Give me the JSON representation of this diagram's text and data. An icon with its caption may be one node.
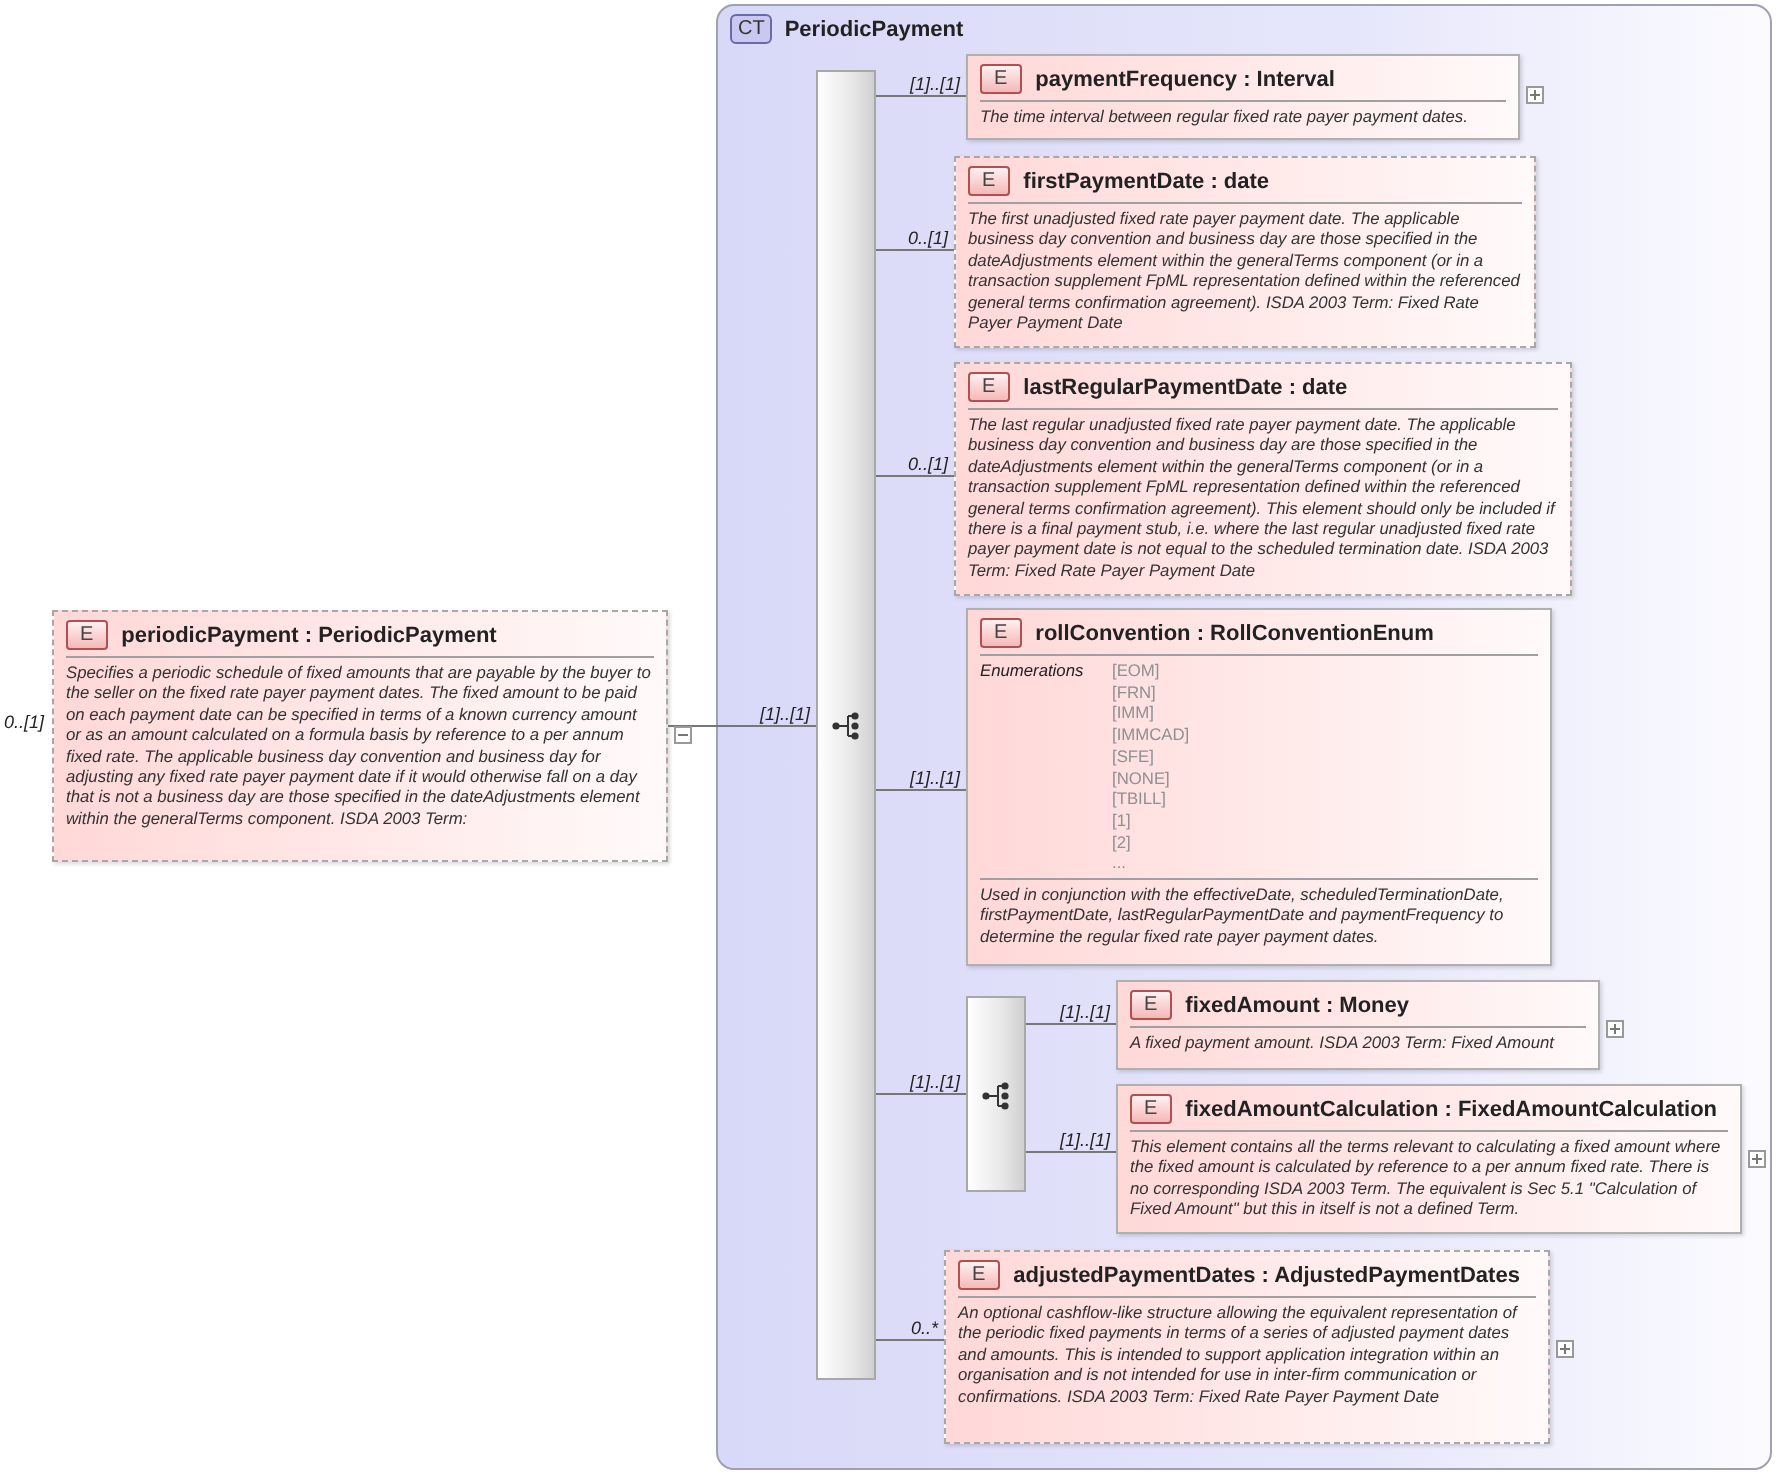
{
  "diagram": {
    "nodes": [
      {
        "text": [
          "E",
          "periodicPayment : PeriodicPayment",
          "Specifies a periodic schedule of fixed amounts that are payable by the buyer to the seller on the fixed rate payer payment dates. The fixed amount to be paid on each payment date can be specified in terms of a known currency amount or as an amount calculated on a formula basis by reference to a per annum fixed rate. The applicable business day convention and business day for adjusting any fixed rate payer payment date if it would otherwise fall on a day that is not a business day are those specified in the dateAdjustments element within the generalTerms component. ISDA 2003 Term:"
        ],
        "beside": [
          "0..[1]"
        ]
      },
      {
        "text": [
          "CT",
          "PeriodicPayment"
        ]
      },
      {
        "text": [],
        "shape": "bar",
        "in": 1
      },
      {
        "text": [
          "E",
          "paymentFrequency : Interval",
          "The time interval between regular fixed rate payer payment dates."
        ],
        "in": 1
      },
      {
        "text": [
          "E",
          "firstPaymentDate : date",
          "The first unadjusted fixed rate payer payment date. The applicable business day convention and business day are those specified in the dateAdjustments element within the generalTerms component (or in a transaction supplement FpML representation defined within the referenced general terms confirmation agreement). ISDA 2003 Term: Fixed Rate Payer Payment Date"
        ],
        "in": 1
      },
      {
        "text": [
          "E",
          "lastRegularPaymentDate : date",
          "The last regular unadjusted fixed rate payer payment date. The applicable business day convention and business day are those specified in the dateAdjustments element within the generalTerms component (or in a transaction supplement FpML representation defined within the referenced general terms confirmation agreement). This element should only be included if there is a final payment stub, i.e. where the last regular unadjusted fixed rate payer payment date is not equal to the scheduled termination date. ISDA 2003 Term: Fixed Rate Payer Payment Date"
        ],
        "in": 1
      },
      {
        "text": [
          "E",
          "rollConvention : RollConventionEnum",
          "Enumerations",
          "[EOM]",
          "[FRN]",
          "[IMM]",
          "[IMMCAD]",
          "[SFE]",
          "[NONE]",
          "[TBILL]",
          "[1]",
          "[2]",
          "...",
          "Used in conjunction with the effectiveDate, scheduledTerminationDate, firstPaymentDate, lastRegularPaymentDate and paymentFrequency to determine the regular fixed rate payer payment dates."
        ],
        "in": 1
      },
      {
        "text": [],
        "shape": "bar",
        "in": 1
      },
      {
        "text": [
          "E",
          "fixedAmount : Money",
          "A fixed payment amount. ISDA 2003 Term: Fixed Amount"
        ],
        "in": 1
      },
      {
        "text": [
          "E",
          "fixedAmountCalculation : FixedAmountCalculation",
          "This element contains all the terms relevant to calculating a fixed amount where the fixed amount is calculated by reference to a per annum fixed rate. There is no corresponding ISDA 2003 Term.  The equivalent is Sec 5.1 \"Calculation of Fixed Amount\" but this in itself is not a defined Term."
        ],
        "in": 1
      },
      {
        "text": [
          "E",
          "adjustedPaymentDates : AdjustedPaymentDates",
          "An optional cashflow-like structure allowing the equivalent representation of the periodic fixed payments in terms of a series of adjusted payment dates and amounts. This is intended to support application integration within an organisation and is not intended for use in inter-firm communication or confirmations. ISDA 2003 Term: Fixed Rate Payer Payment Date"
        ],
        "in": 1
      }
    ],
    "edges": [
      {
        "from": 0,
        "to": 2,
        "arrow": "none",
        "label": "[1]..[1]"
      },
      {
        "from": 2,
        "to": 3,
        "arrow": "none",
        "label": "[1]..[1]"
      },
      {
        "from": 2,
        "to": 4,
        "arrow": "none",
        "label": "0..[1]"
      },
      {
        "from": 2,
        "to": 5,
        "arrow": "none",
        "label": "0..[1]"
      },
      {
        "from": 2,
        "to": 6,
        "arrow": "none",
        "label": "[1]..[1]"
      },
      {
        "from": 2,
        "to": 7,
        "arrow": "none",
        "label": "[1]..[1]"
      },
      {
        "from": 7,
        "to": 8,
        "arrow": "none",
        "label": "[1]..[1]"
      },
      {
        "from": 7,
        "to": 9,
        "arrow": "none",
        "label": "[1]..[1]"
      },
      {
        "from": 2,
        "to": 10,
        "arrow": "none",
        "label": "0..*"
      }
    ]
  }
}
